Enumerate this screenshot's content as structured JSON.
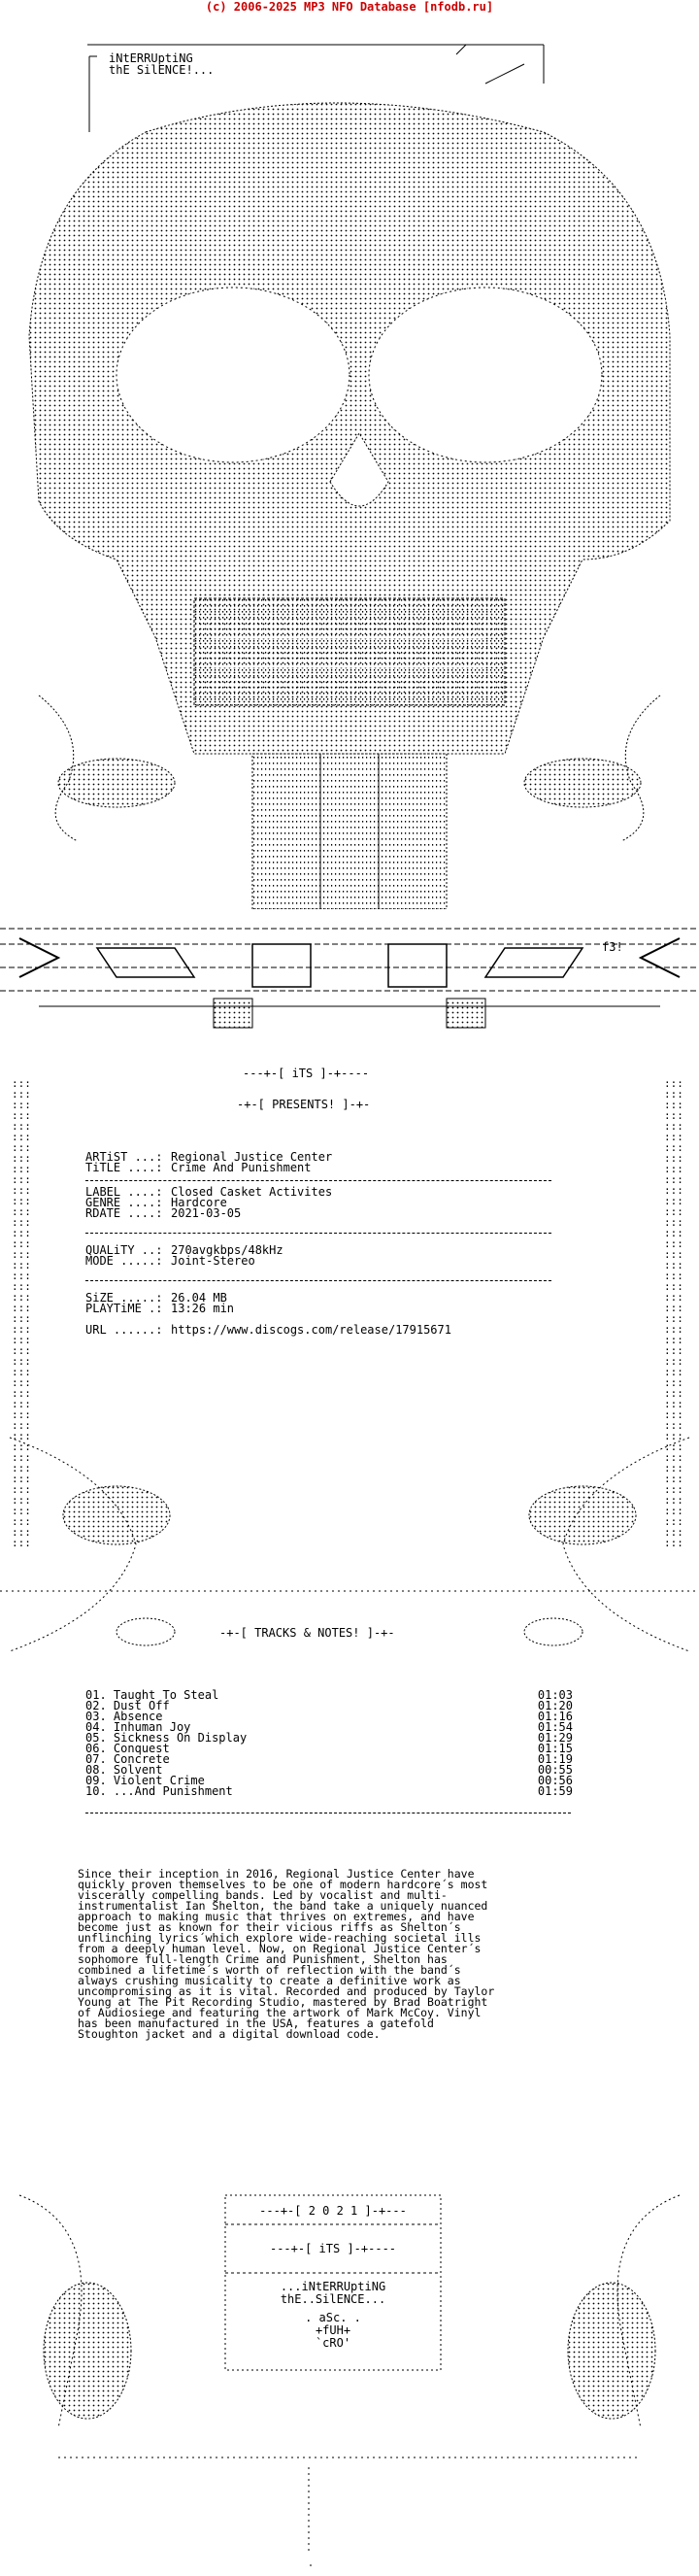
{
  "banner": "(c) 2006-2025 MP3 NFO Database [nfodb.ru]",
  "header": {
    "group_line1": "iNtERRUptiNG",
    "group_line2": "thE SilENCE!...",
    "presents": "-+-[ PRESENTS! ]-+-",
    "its": "---+-[ iTS ]-+----",
    "logo_tag": "f3!"
  },
  "release": {
    "artist_label": "ARTiST ...:",
    "artist": "Regional Justice Center",
    "title_label": "TiTLE ....:",
    "title": "Crime And Punishment",
    "label_label": "LABEL ....:",
    "label": "Closed Casket Activites",
    "genre_label": "GENRE ....:",
    "genre": "Hardcore",
    "rdate_label": "RDATE ....:",
    "rdate": "2021-03-05",
    "quality_label": "QUALiTY ..:",
    "quality": "270avgkbps/48kHz",
    "mode_label": "MODE .....:",
    "mode": "Joint-Stereo",
    "size_label": "SiZE .....:",
    "size": "26.04 MB",
    "playtime_label": "PLAYTiME .:",
    "playtime": "13:26 min",
    "url_label": "URL ......:",
    "url": "https://www.discogs.com/release/17915671"
  },
  "tracks_header": "-+-[ TRACKS & NOTES! ]-+-",
  "tracks": [
    {
      "no": "01.",
      "title": "Taught To Steal",
      "time": "01:03"
    },
    {
      "no": "02.",
      "title": "Dust Off",
      "time": "01:20"
    },
    {
      "no": "03.",
      "title": "Absence",
      "time": "01:16"
    },
    {
      "no": "04.",
      "title": "Inhuman Joy",
      "time": "01:54"
    },
    {
      "no": "05.",
      "title": "Sickness On Display",
      "time": "01:29"
    },
    {
      "no": "06.",
      "title": "Conquest",
      "time": "01:15"
    },
    {
      "no": "07.",
      "title": "Concrete",
      "time": "01:19"
    },
    {
      "no": "08.",
      "title": "Solvent",
      "time": "00:55"
    },
    {
      "no": "09.",
      "title": "Violent Crime",
      "time": "00:56"
    },
    {
      "no": "10.",
      "title": "...And Punishment",
      "time": "01:59"
    }
  ],
  "notes": [
    "Since their inception in 2016, Regional Justice Center have",
    "quickly proven themselves to be one of modern hardcore´s most",
    "viscerally compelling bands. Led by vocalist and multi-",
    "instrumentalist Ian Shelton, the band take a uniquely nuanced",
    "approach to making music that thrives on extremes, and have",
    "become just as known for their vicious riffs as Shelton´s",
    "unflinching lyrics´which explore wide-reaching societal ills",
    "from a deeply human level. Now, on Regional Justice Center´s",
    "sophomore full-length Crime and Punishment, Shelton has",
    "combined a lifetime´s worth of reflection with the band´s",
    "always crushing musicality to create a definitive work as",
    "uncompromising as it is vital. Recorded and produced by Taylor",
    "Young at The Pit Recording Studio, mastered by Brad Boatright",
    "of Audiosiege and featuring the artwork of Mark McCoy. Vinyl",
    "has been manufactured in the USA, features a gatefold",
    "Stoughton jacket and a digital download code."
  ],
  "footer": {
    "year": "---+-[ 2 0 2 1 ]-+---",
    "its": "---+-[ iTS ]-+----",
    "group_line1": "...iNtERRUptiNG",
    "group_line2": "thE..SilENCE...",
    "credits": [
      ". aSc. .",
      "+fUH+",
      "`cRO'"
    ]
  },
  "colors": {
    "banner": "#cc0000",
    "text": "#000000",
    "background": "#ffffff"
  }
}
